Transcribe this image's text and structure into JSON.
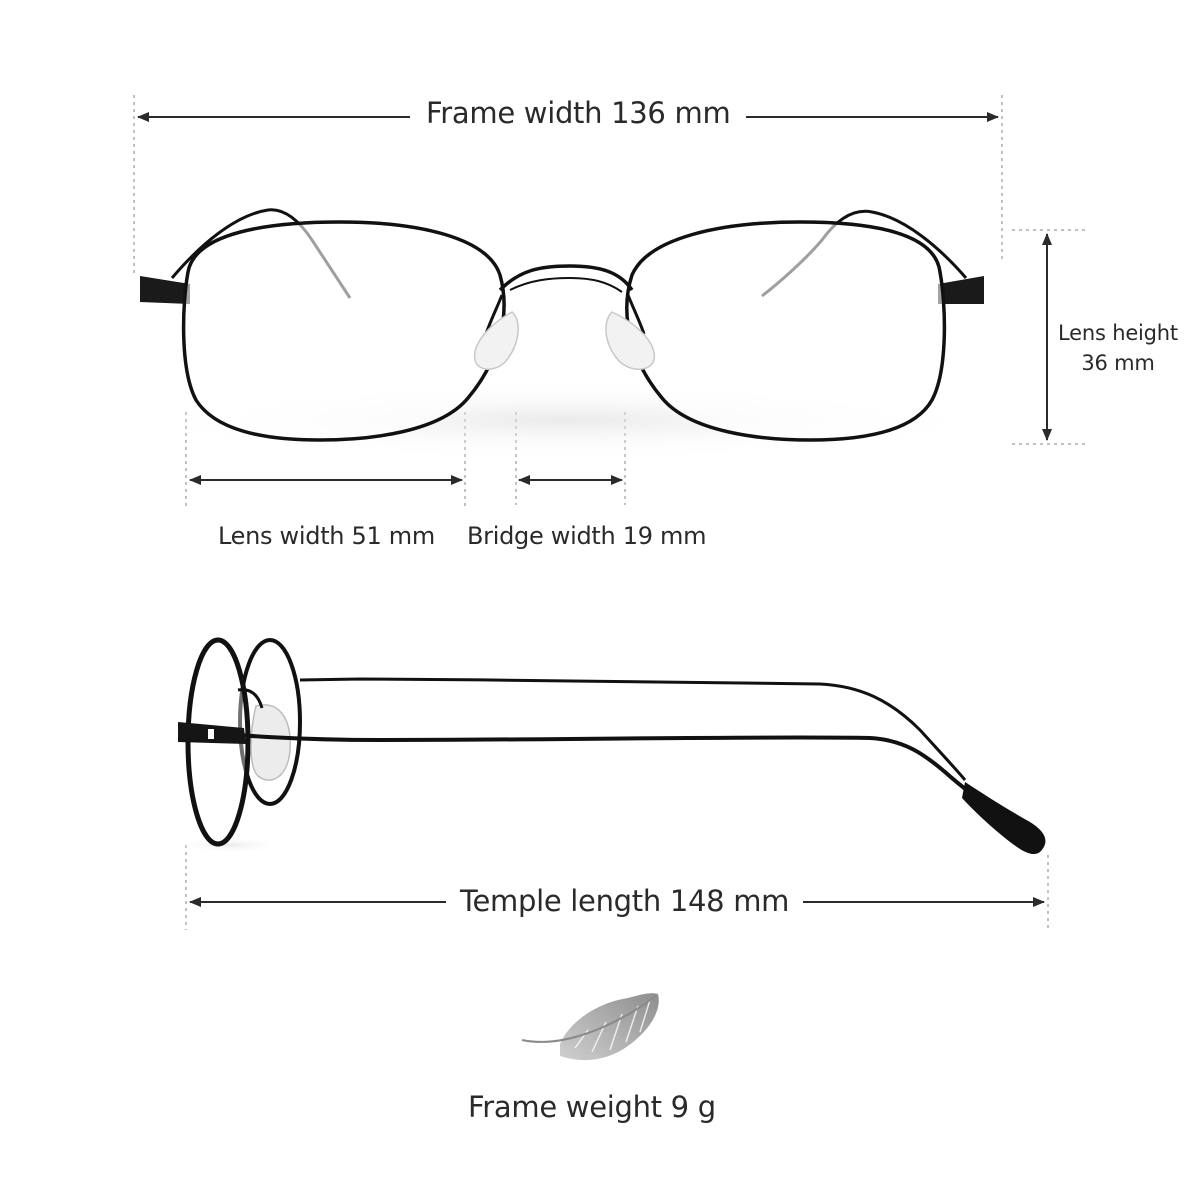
{
  "dimensions": {
    "frame_width": "Frame width 136 mm",
    "lens_height_label": "Lens height",
    "lens_height_value": "36 mm",
    "lens_width": "Lens width 51 mm",
    "bridge_width": "Bridge width 19 mm",
    "temple_length": "Temple length 148 mm",
    "frame_weight": "Frame weight 9 g"
  },
  "icons": {
    "feather": "feather-icon"
  },
  "colors": {
    "frame": "#111111",
    "measure_line": "#2b2b2b",
    "guide_dots": "#9a9a9a",
    "feather": "#a8a8a8"
  }
}
